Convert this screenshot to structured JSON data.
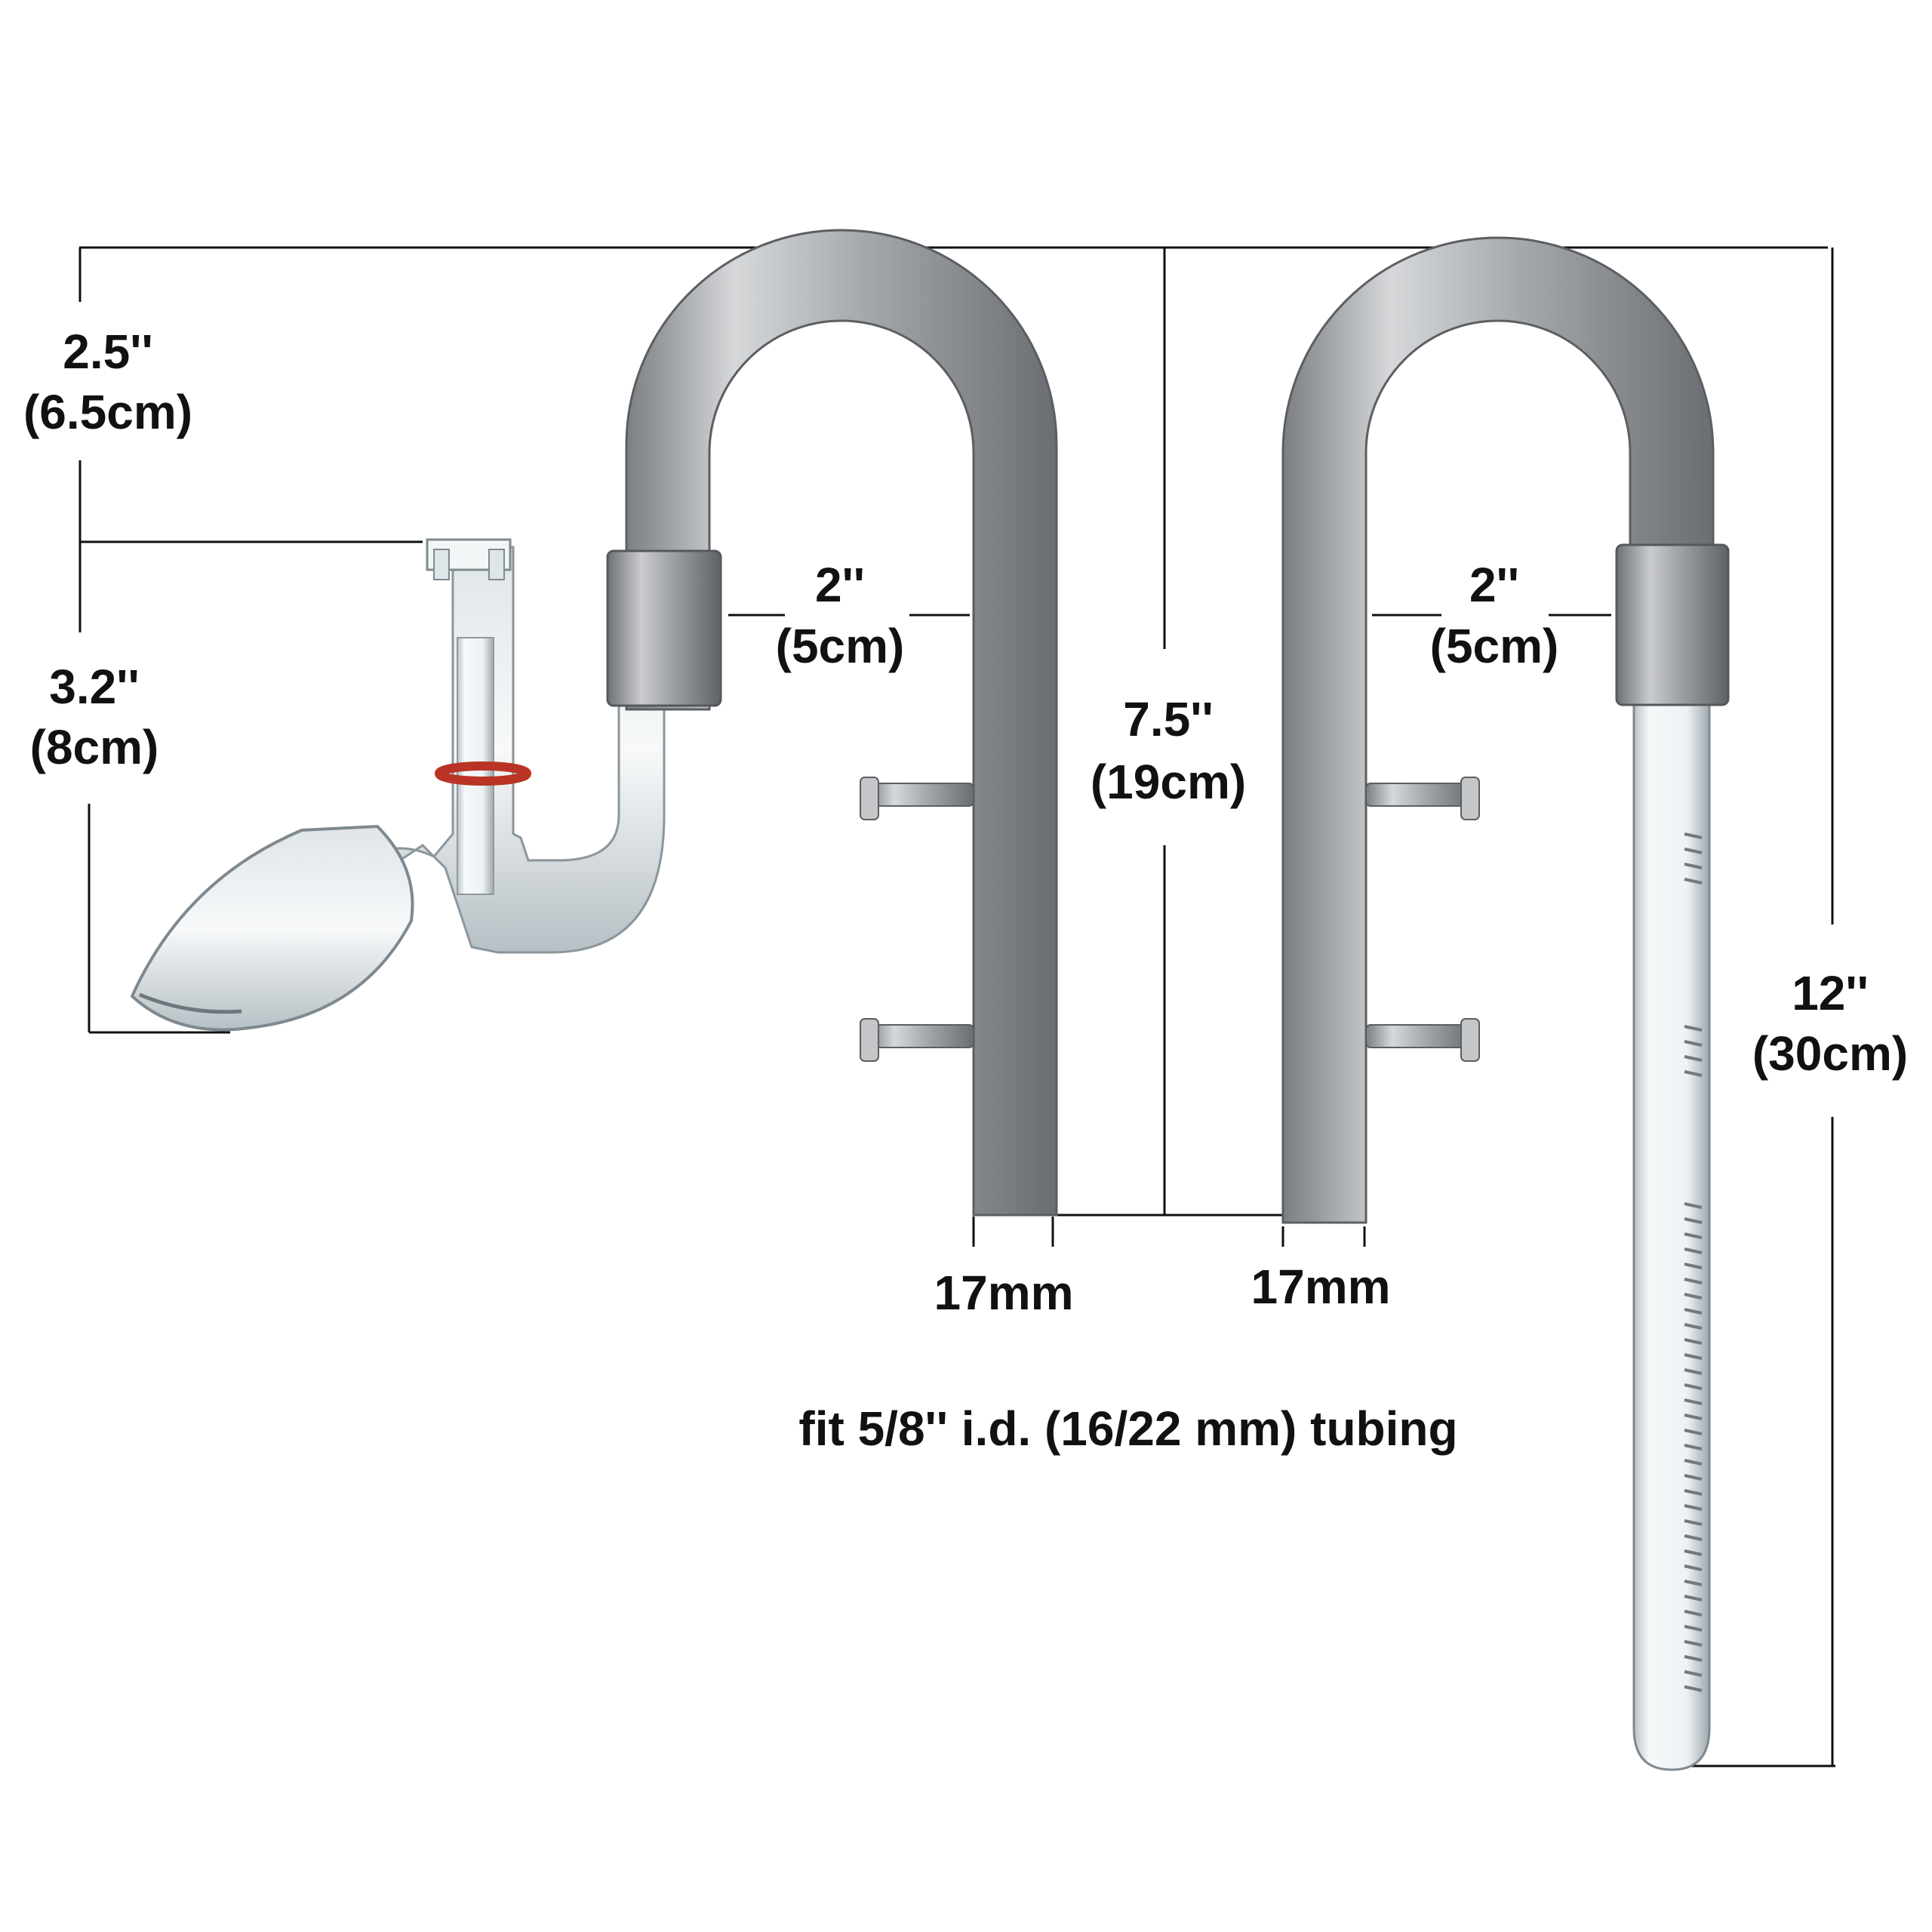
{
  "labels": {
    "lily_width_in": "2.5''",
    "lily_width_cm": "(6.5cm)",
    "lily_height_in": "3.2''",
    "lily_height_cm": "(8cm)",
    "inflow_reach_in": "2''",
    "inflow_reach_cm": "(5cm)",
    "outflow_reach_in": "2''",
    "outflow_reach_cm": "(5cm)",
    "pipe_height_in": "7.5''",
    "pipe_height_cm": "(19cm)",
    "glass_height_in": "12''",
    "glass_height_cm": "(30cm)",
    "inflow_diameter": "17mm",
    "outflow_diameter": "17mm",
    "tubing_note": "fit 5/8'' i.d. (16/22 mm) tubing"
  },
  "colors": {
    "background": "#ffffff",
    "dimension_line": "#111111",
    "steel": "#a9abae",
    "glass": "#e6ecef",
    "o_ring": "#c0392b"
  }
}
